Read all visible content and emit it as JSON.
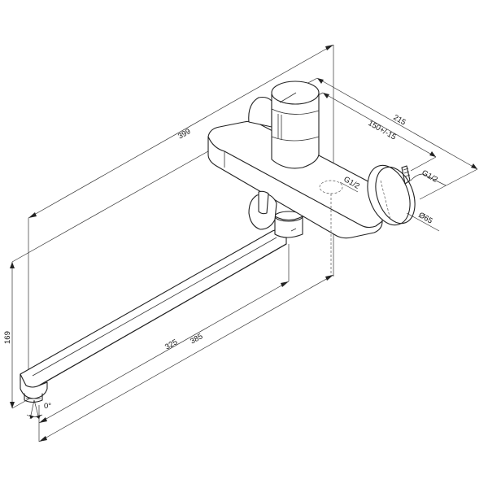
{
  "diagram": {
    "subject": "wall-mounted bath/shower mixer with long swivel spout",
    "dimensions": {
      "overall_length": "399",
      "projection": "215",
      "inlet_centers": "150+/-15",
      "height": "169",
      "spout_reach_inner": "325",
      "spout_reach_outer": "385",
      "spout_angle": "0°",
      "inlet_thread_body": "G1/2",
      "inlet_thread_eccentric": "G1/2",
      "flange_diameter": "Ø65"
    },
    "colors": {
      "line": "#222222",
      "background": "#ffffff"
    }
  }
}
